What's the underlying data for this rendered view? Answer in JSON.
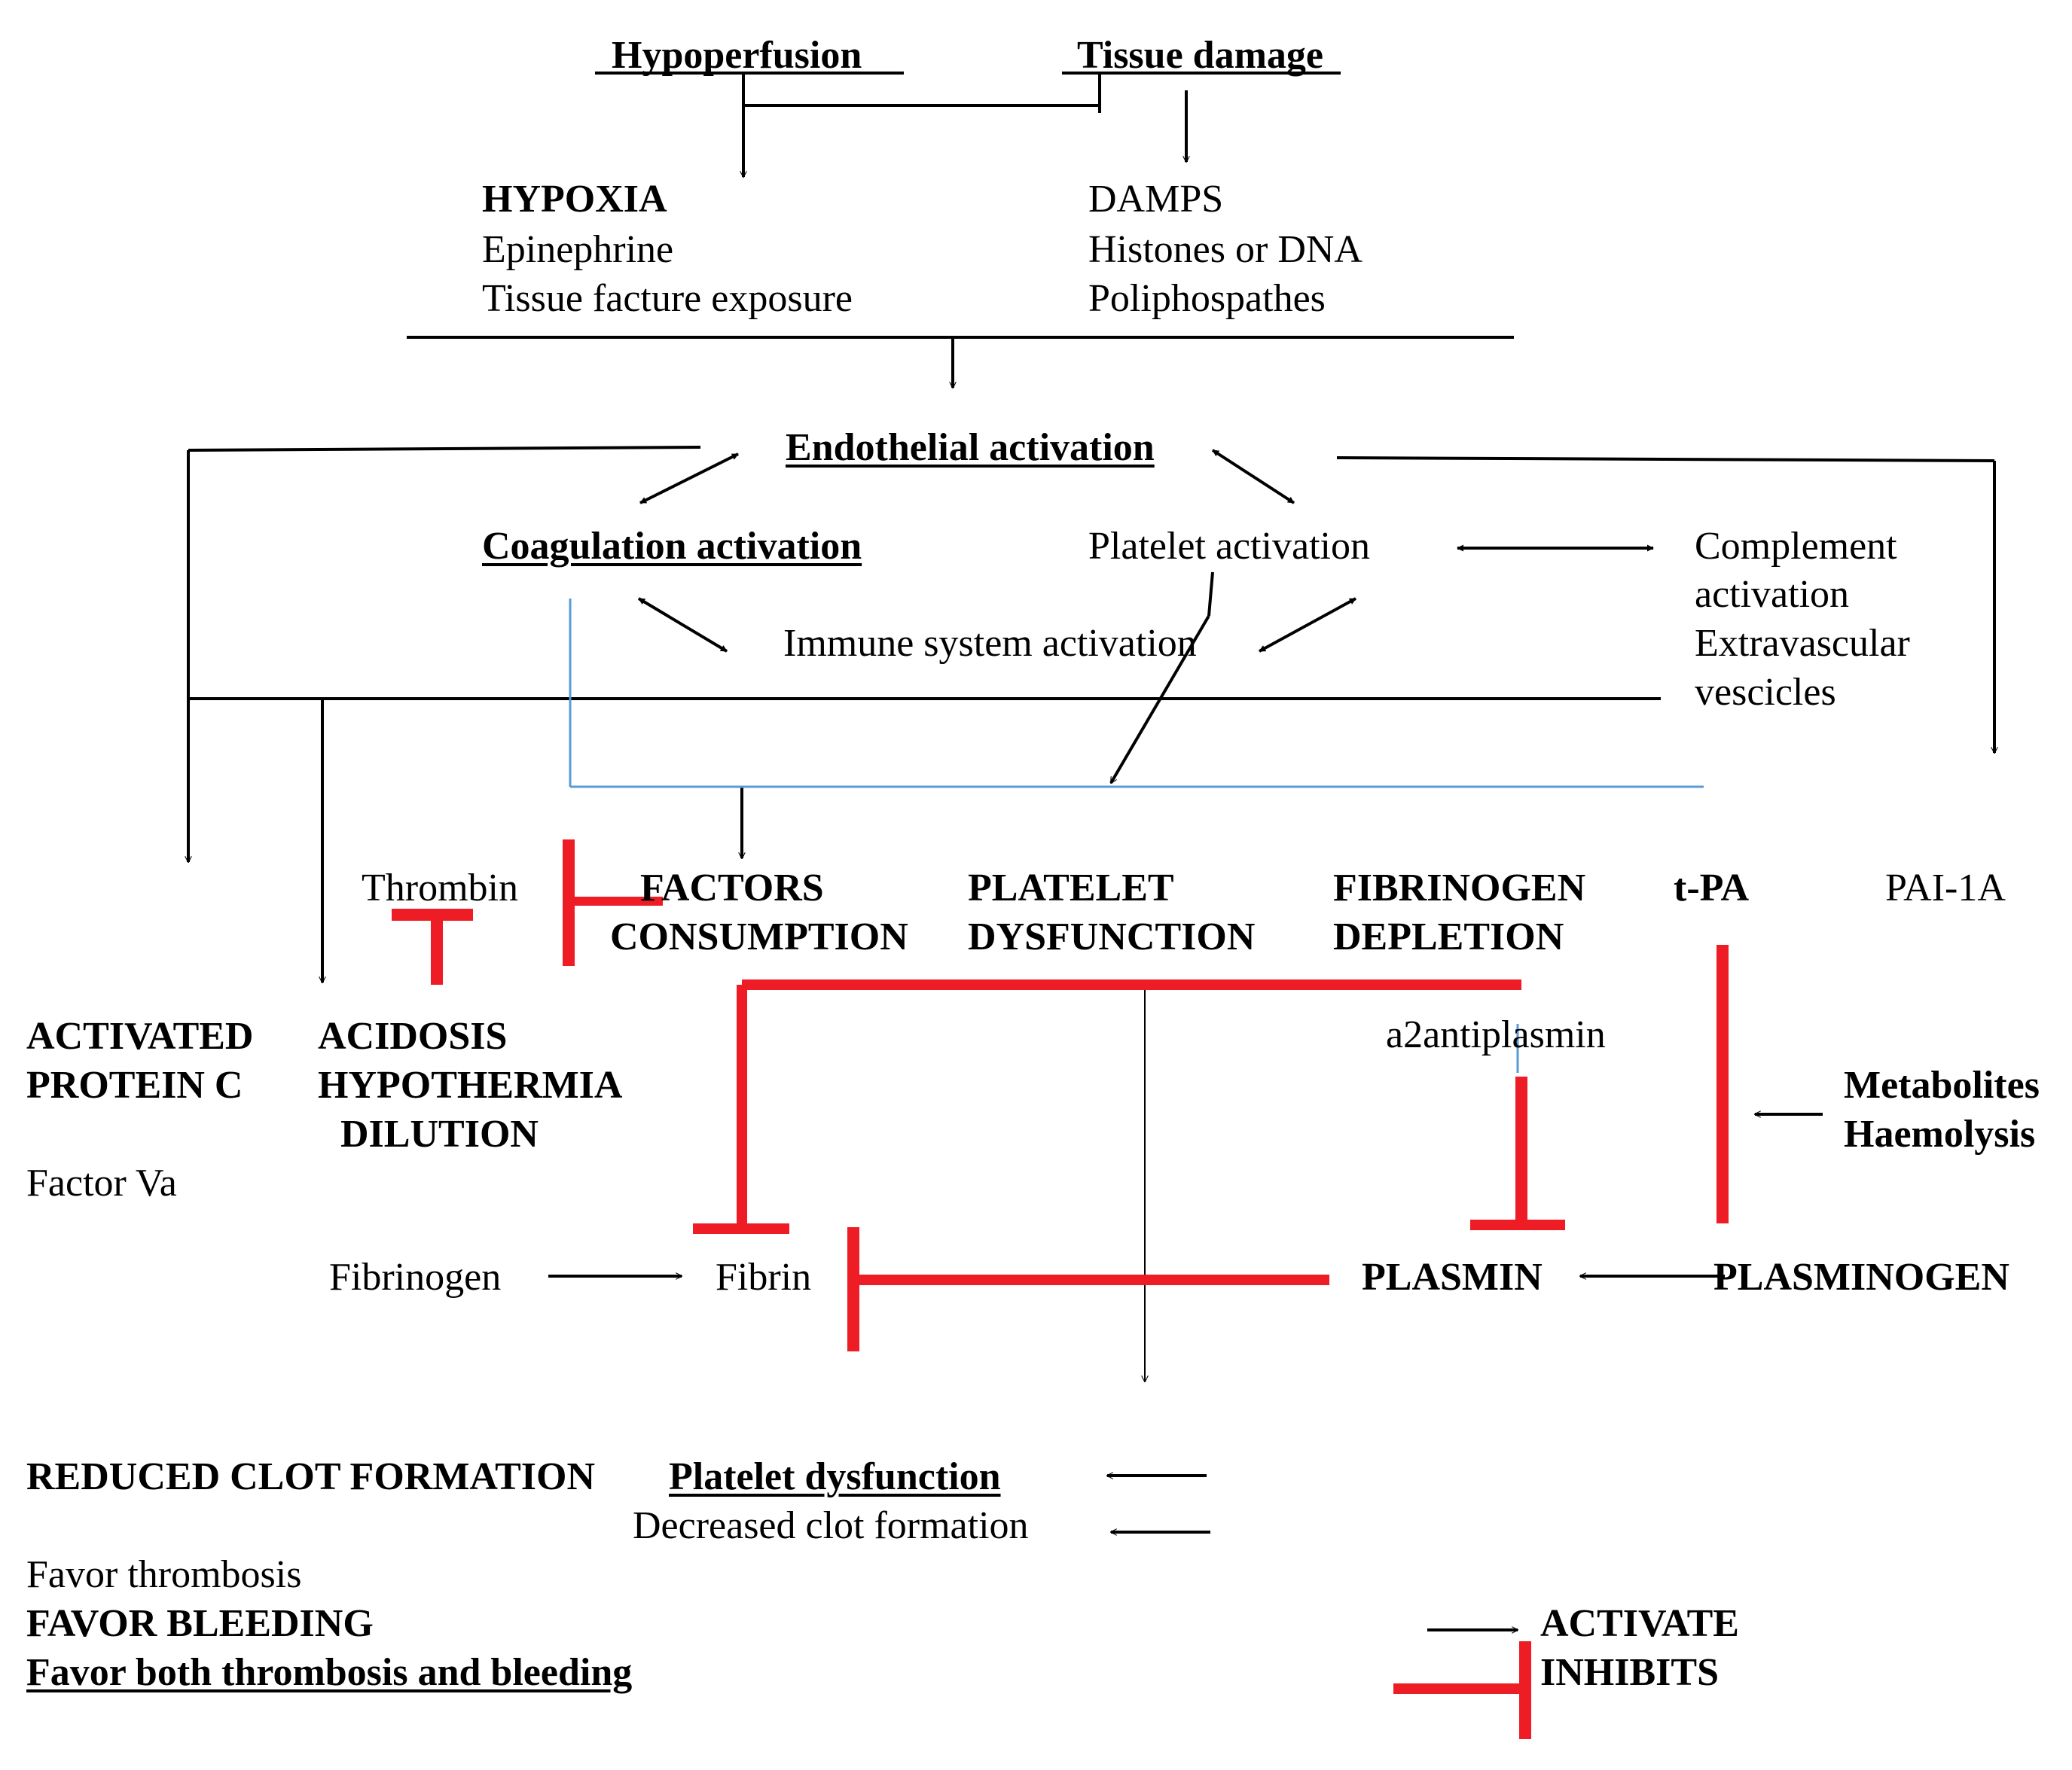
{
  "colors": {
    "activate": "#000000",
    "inhibit": "#ee1c24",
    "link": "#5b9bd5"
  },
  "nodes": {
    "hypoperfusion": "Hypoperfusion",
    "tissue_damage": "Tissue damage",
    "hypoxia": "HYPOXIA",
    "epinephrine": "Epinephrine",
    "tissue_facture": "Tissue facture exposure",
    "damps": "DAMPS",
    "histones": "Histones or DNA",
    "poliphospathes": "Poliphospathes",
    "endothelial": "Endothelial activation",
    "coagulation": "Coagulation activation",
    "platelet_activation": "Platelet activation",
    "immune": "Immune system activation",
    "complement_1": "Complement",
    "complement_2": "activation",
    "complement_3": "Extravascular",
    "complement_4": "vescicles",
    "thrombin": "Thrombin",
    "factors_1": "FACTORS",
    "factors_2": "CONSUMPTION",
    "platelet_dys_1": "PLATELET",
    "platelet_dys_2": "DYSFUNCTION",
    "fibrinogen_dep_1": "FIBRINOGEN",
    "fibrinogen_dep_2": "DEPLETION",
    "tpa": "t-PA",
    "pai": "PAI-1A",
    "apc_1": "ACTIVATED",
    "apc_2": "PROTEIN C",
    "acidosis": "ACIDOSIS",
    "hypothermia": "HYPOTHERMIA",
    "dilution": "DILUTION",
    "factor_va": "Factor Va",
    "a2antiplasmin": "a2antiplasmin",
    "metabolites": "Metabolites",
    "haemolysis": "Haemolysis",
    "fibrinogen": "Fibrinogen",
    "fibrin": "Fibrin",
    "plasmin": "PLASMIN",
    "plasminogen": "PLASMINOGEN"
  },
  "outcomes": {
    "reduced_clot": "REDUCED CLOT FORMATION",
    "platelet_dysfunction": "Platelet dysfunction",
    "decreased_clot": "Decreased clot formation"
  },
  "legend": {
    "favor_thrombosis": "Favor thrombosis",
    "favor_bleeding": "FAVOR BLEEDING",
    "favor_both": "Favor both thrombosis and bleeding",
    "activate": "ACTIVATE",
    "inhibits": "INHIBITS"
  }
}
